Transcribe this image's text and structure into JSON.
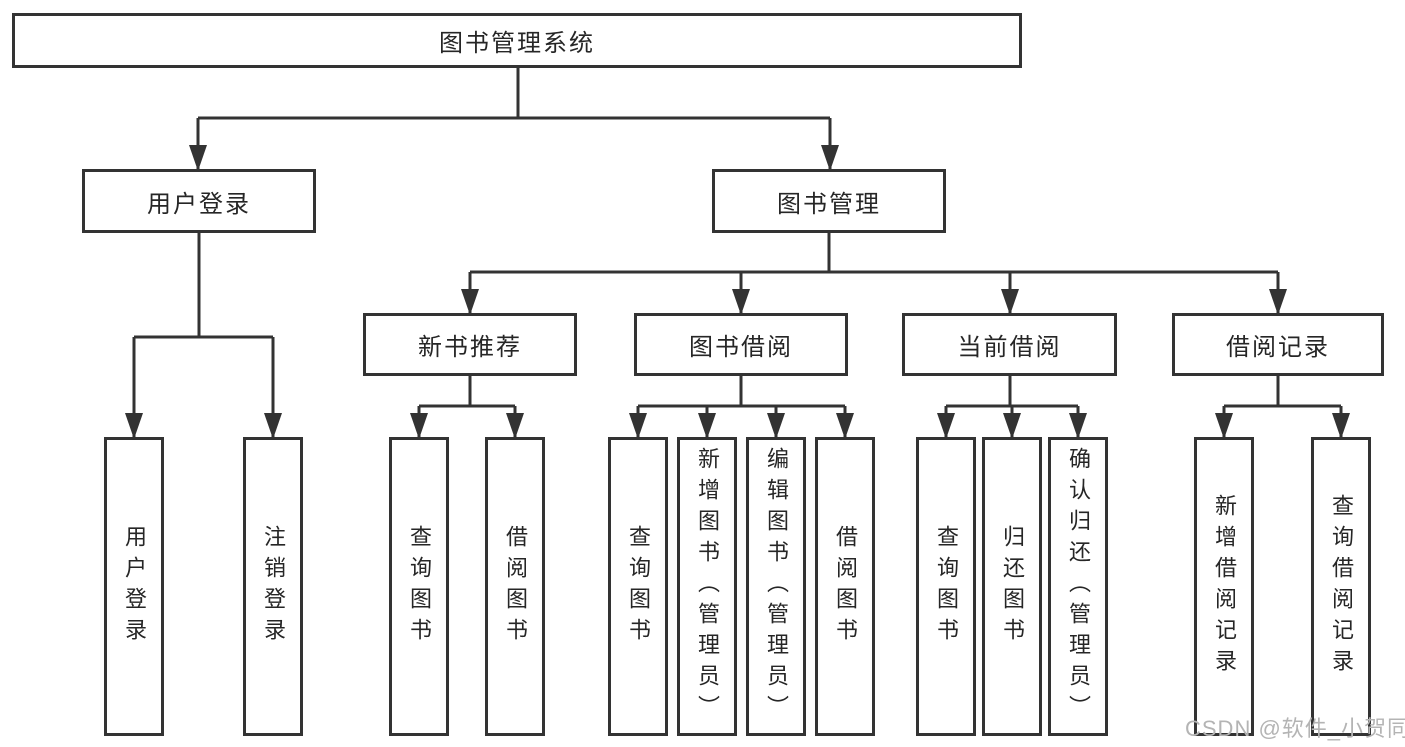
{
  "tree": {
    "label": "图书管理系统",
    "children": [
      {
        "label": "用户登录",
        "children": [
          {
            "label": "用户登录"
          },
          {
            "label": "注销登录"
          }
        ]
      },
      {
        "label": "图书管理",
        "children": [
          {
            "label": "新书推荐",
            "children": [
              {
                "label": "查询图书"
              },
              {
                "label": "借阅图书"
              }
            ]
          },
          {
            "label": "图书借阅",
            "children": [
              {
                "label": "查询图书"
              },
              {
                "label": "新增图书（管理员）"
              },
              {
                "label": "编辑图书（管理员）"
              },
              {
                "label": "借阅图书"
              }
            ]
          },
          {
            "label": "当前借阅",
            "children": [
              {
                "label": "查询图书"
              },
              {
                "label": "归还图书"
              },
              {
                "label": "确认归还（管理员）"
              }
            ]
          },
          {
            "label": "借阅记录",
            "children": [
              {
                "label": "新增借阅记录"
              },
              {
                "label": "查询借阅记录"
              }
            ]
          }
        ]
      }
    ]
  },
  "watermark": {
    "text": "CSDN @软件_小贺同学"
  },
  "colors": {
    "line": "#333333",
    "text": "#262626",
    "background": "#ffffff",
    "watermark": "#b4b4b4"
  }
}
